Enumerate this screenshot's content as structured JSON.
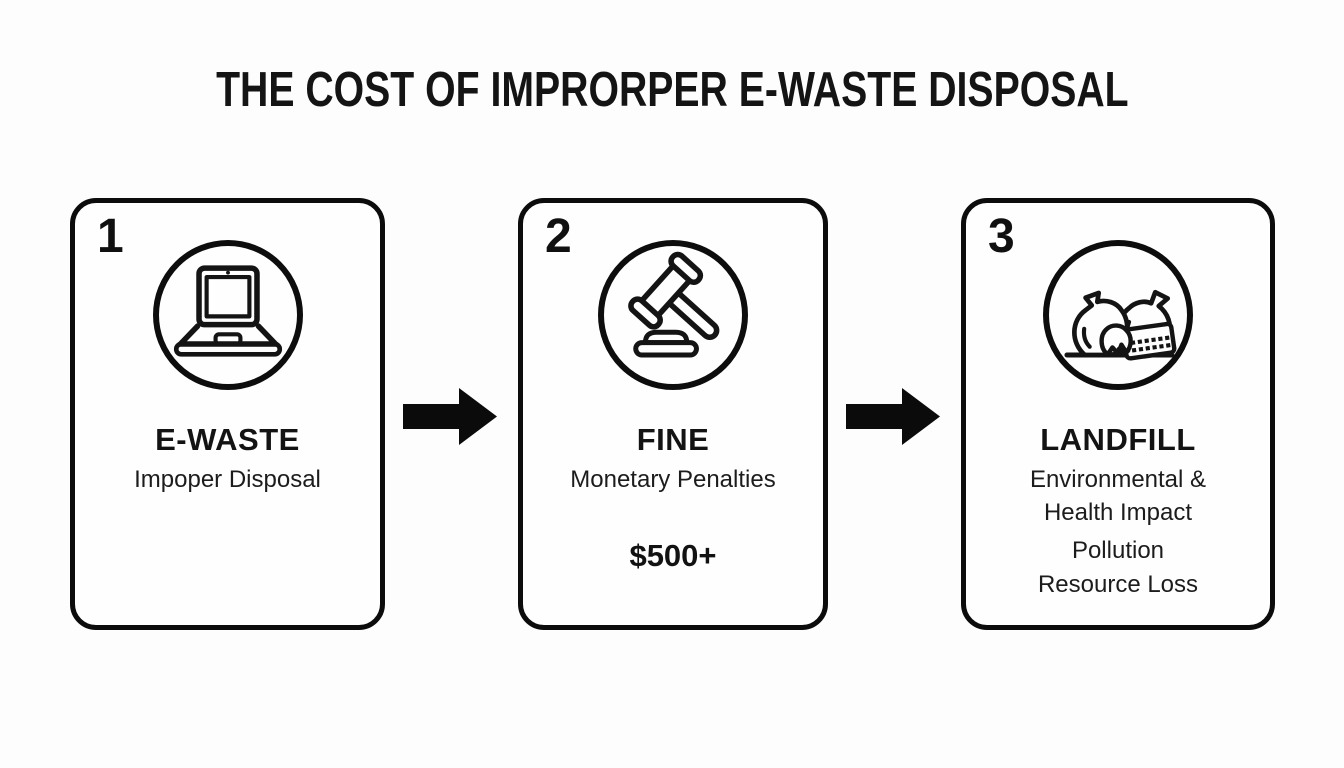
{
  "title": "THE COST OF IMPRORPER E-WASTE DISPOSAL",
  "colors": {
    "background": "#fdfdfd",
    "card_background": "#fefefe",
    "ink": "#0c0c0c"
  },
  "cards": [
    {
      "number": "1",
      "icon": "laptop-icon",
      "heading": "E-WASTE",
      "lines": [
        "Impoper Disposal"
      ]
    },
    {
      "number": "2",
      "icon": "gavel-icon",
      "heading": "FINE",
      "lines": [
        "Monetary Penalties"
      ],
      "amount": "$500+"
    },
    {
      "number": "3",
      "icon": "landfill-trash-icon",
      "heading": "LANDFILL",
      "lines": [
        "Environmental &",
        "Health Impact",
        "Pollution",
        "Resource Loss"
      ]
    }
  ],
  "arrows": [
    {
      "icon": "arrow-right-icon"
    },
    {
      "icon": "arrow-right-icon"
    }
  ]
}
